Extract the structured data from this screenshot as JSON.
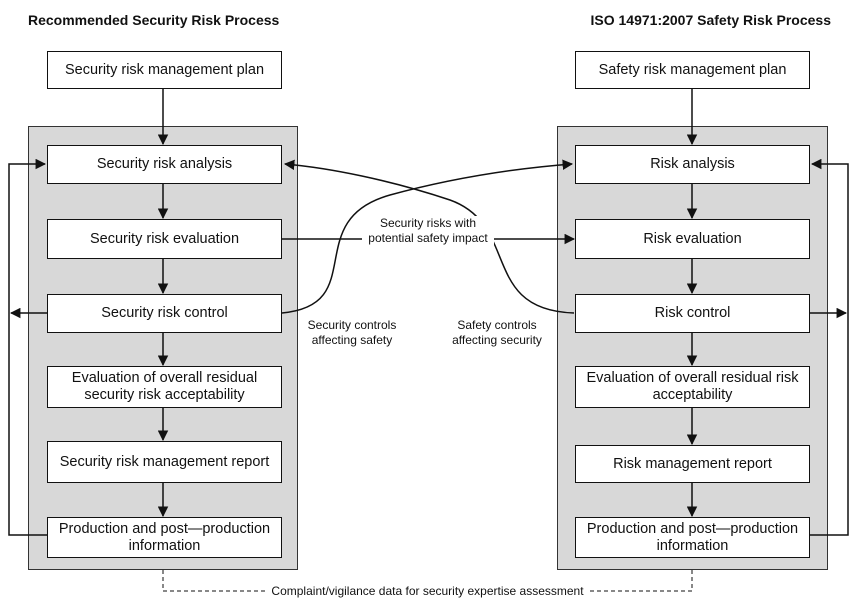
{
  "titles": {
    "left": "Recommended Security Risk Process",
    "right": "ISO 14971:2007 Safety Risk Process"
  },
  "left": {
    "plan": "Security risk management plan",
    "steps": [
      "Security risk analysis",
      "Security risk evaluation",
      "Security risk control",
      "Evaluation of overall residual security risk acceptability",
      "Security risk management report",
      "Production and post—production information"
    ]
  },
  "right": {
    "plan": "Safety risk management plan",
    "steps": [
      "Risk analysis",
      "Risk evaluation",
      "Risk control",
      "Evaluation of overall residual risk acceptability",
      "Risk management report",
      "Production and post—production information"
    ]
  },
  "annotations": {
    "security_risks_safety_impact": "Security risks with potential safety impact",
    "security_controls_affecting_safety": "Security controls affecting safety",
    "safety_controls_affecting_security": "Safety controls affecting security",
    "complaint_data": "Complaint/vigilance data for security expertise assessment"
  }
}
